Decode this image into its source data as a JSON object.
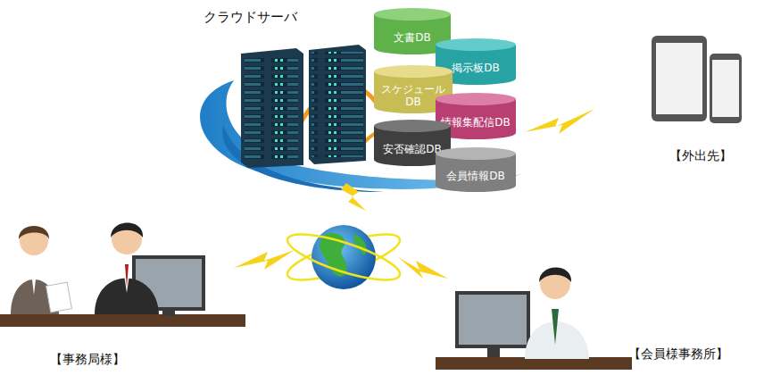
{
  "diagram": {
    "nodes": [
      {
        "text": [
          "文書DB"
        ]
      },
      {
        "text": [
          "掲示板DB"
        ]
      },
      {
        "text": [
          "スケジュール DB"
        ]
      },
      {
        "text": [
          "情報集配信DB"
        ]
      },
      {
        "text": [
          "安否確認DB"
        ]
      },
      {
        "text": [
          "会員情報DB"
        ]
      }
    ],
    "labels": [
      "クラウドサーバ",
      "【外出先】",
      "【事務局様】",
      "【会員様事務所】"
    ]
  }
}
